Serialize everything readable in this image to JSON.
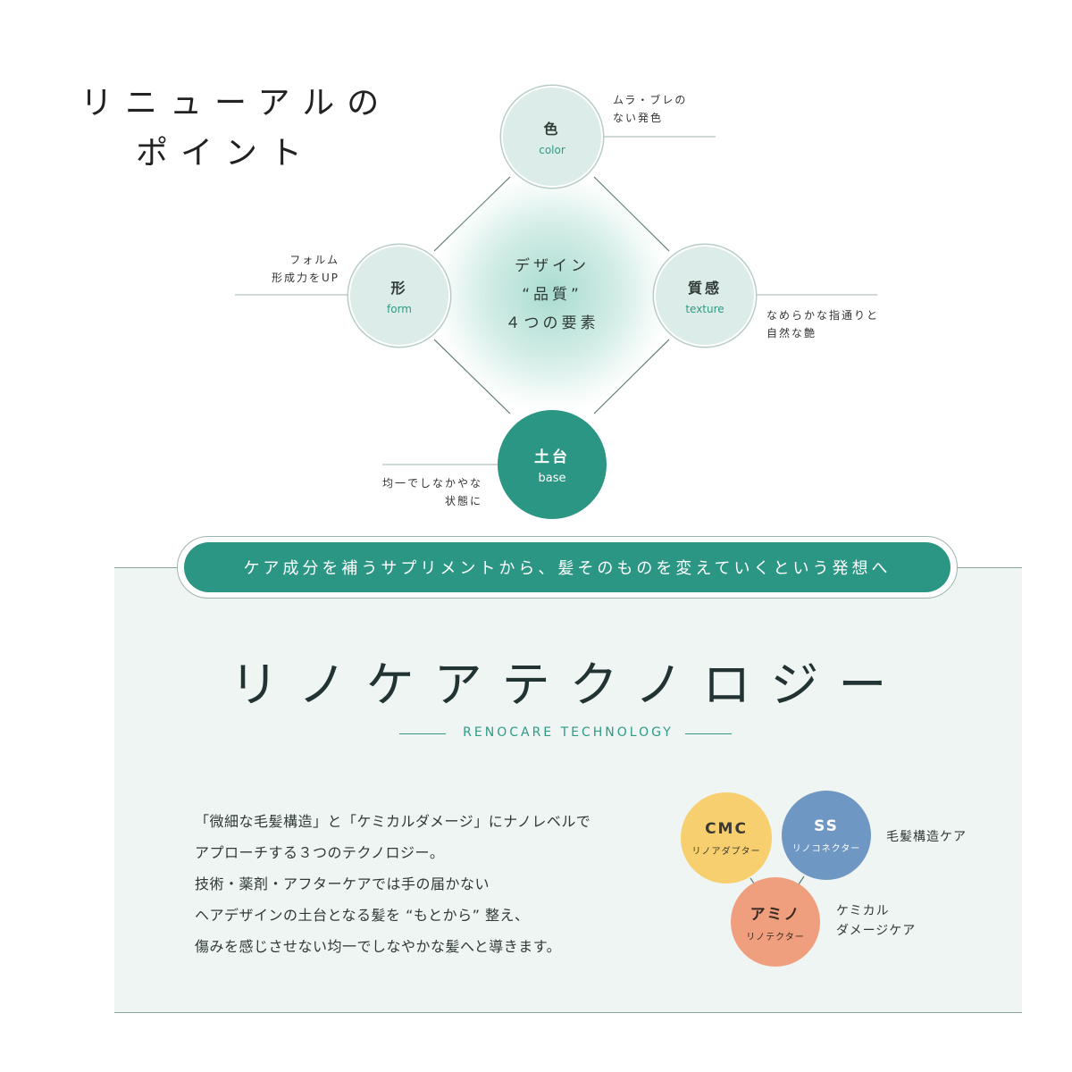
{
  "title": {
    "line1": "リニューアルの",
    "line2": "ポイント"
  },
  "diagram": {
    "center": {
      "line1": "デザイン",
      "line2": "“品質”",
      "line3": "４つの要素"
    },
    "nodes": {
      "color": {
        "jp": "色",
        "en": "color",
        "note1": "ムラ・ブレの",
        "note2": "ない発色"
      },
      "form": {
        "jp": "形",
        "en": "form",
        "note1": "フォルム",
        "note2": "形成力をUP"
      },
      "texture": {
        "jp": "質感",
        "en": "texture",
        "note1": "なめらかな指通りと",
        "note2": "自然な艶"
      },
      "base": {
        "jp": "土台",
        "en": "base",
        "note1": "均一でしなかやな",
        "note2": "状態に"
      }
    }
  },
  "banner": {
    "text": "ケア成分を補うサプリメントから、髪そのものを変えていくという発想へ"
  },
  "technology": {
    "title": "リノケアテクノロジー",
    "subtitle": "RENOCARE TECHNOLOGY",
    "body": [
      "「微細な毛髪構造」と「ケミカルダメージ」にナノレベルで",
      "アプローチする３つのテクノロジー。",
      "技術・薬剤・アフターケアでは手の届かない",
      "ヘアデザインの土台となる髪を “もとから” 整え、",
      "傷みを感じさせない均一でしなやかな髪へと導きます。"
    ],
    "balls": {
      "cmc": {
        "name": "CMC",
        "sub": "リノアダプター"
      },
      "ss": {
        "name": "SS",
        "sub": "リノコネクター"
      },
      "amino": {
        "name": "アミノ",
        "sub": "リノテクター"
      }
    },
    "notes": {
      "structure": "毛髪構造ケア",
      "chemical1": "ケミカル",
      "chemical2": "ダメージケア"
    }
  },
  "colors": {
    "accent": "#2b9683",
    "panel": "#eef5f2",
    "cmc": "#f8cf6e",
    "ss": "#6f97c4",
    "amino": "#ef9f7e"
  }
}
